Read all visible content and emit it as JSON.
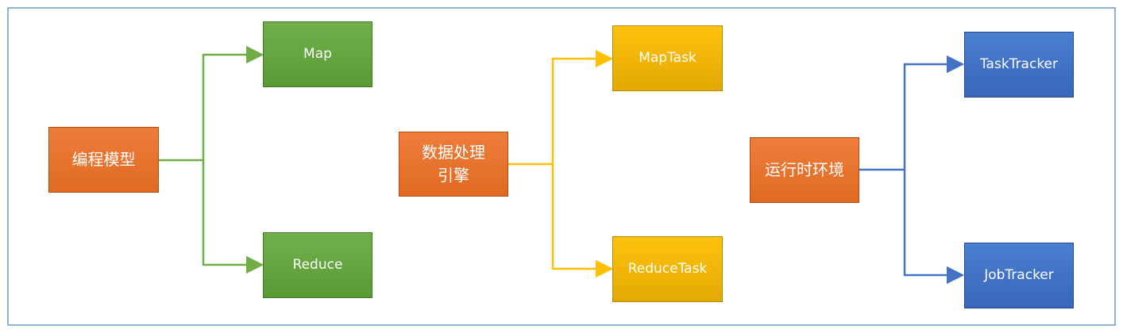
{
  "diagram": {
    "groups": [
      {
        "root": "编程模型",
        "children": [
          "Map",
          "Reduce"
        ],
        "color": "#70ad47"
      },
      {
        "root": "数据处理\n引擎",
        "children": [
          "MapTask",
          "ReduceTask"
        ],
        "color": "#ffc000"
      },
      {
        "root": "运行时环境",
        "children": [
          "TaskTracker",
          "JobTracker"
        ],
        "color": "#4472c4"
      }
    ],
    "root_color": "#ed7d31"
  }
}
